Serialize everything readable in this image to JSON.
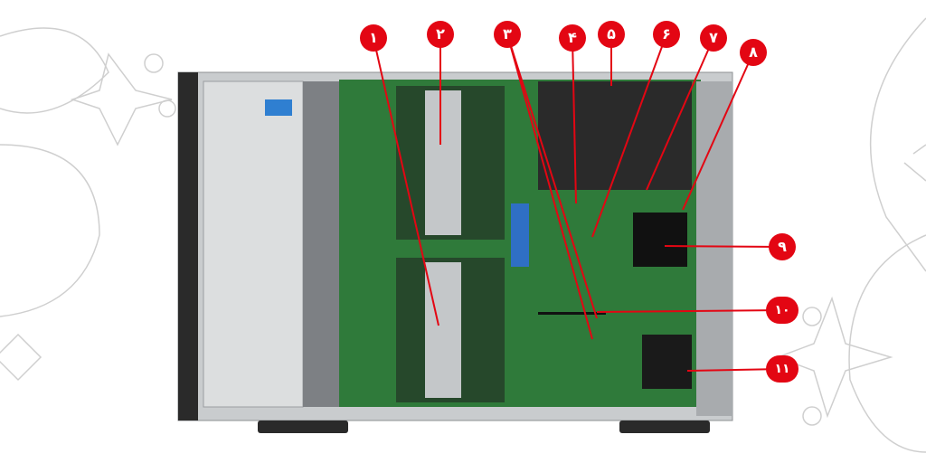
{
  "colors": {
    "callout": "#e30613",
    "board": "#2f7a3a",
    "chassis": "#b9bcbf"
  },
  "callouts": [
    {
      "label": "۱"
    },
    {
      "label": "۲"
    },
    {
      "label": "۳"
    },
    {
      "label": "۴"
    },
    {
      "label": "۵"
    },
    {
      "label": "۶"
    },
    {
      "label": "۷"
    },
    {
      "label": "۸"
    },
    {
      "label": "۹"
    },
    {
      "label": "۱۰"
    },
    {
      "label": "۱۱"
    }
  ]
}
